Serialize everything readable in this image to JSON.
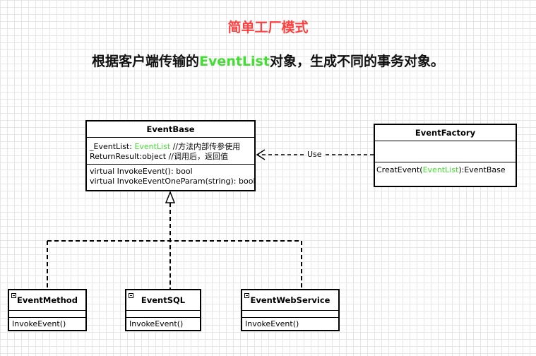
{
  "title": "简单工厂模式",
  "subtitle": {
    "prefix": "根据客户端传输的",
    "highlight": "EventList",
    "suffix": "对象，生成不同的事务对象。"
  },
  "colors": {
    "title": "#ff4040",
    "highlight": "#44dd33",
    "grid": "#e6e6e6"
  },
  "event_base": {
    "name": "EventBase",
    "attributes": [
      {
        "prefix": "_EventList: ",
        "type": "EventList",
        "comment": "  //方法内部传参使用"
      },
      {
        "prefix": "ReturnResult:object",
        "type": "",
        "comment": "  //调用后，返回值"
      }
    ],
    "operations": [
      "virtual InvokeEvent(): bool",
      "virtual InvokeEventOneParam(string): bool"
    ]
  },
  "event_factory": {
    "name": "EventFactory",
    "operation": {
      "prefix": "CreatEvent(",
      "param": "EventList",
      "suffix": "):EventBase"
    }
  },
  "dependency_label": "Use",
  "subclasses": [
    {
      "name": "EventMethod",
      "operation": "InvokeEvent()"
    },
    {
      "name": "EventSQL",
      "operation": "InvokeEvent()"
    },
    {
      "name": "EventWebService",
      "operation": "InvokeEvent()"
    }
  ]
}
